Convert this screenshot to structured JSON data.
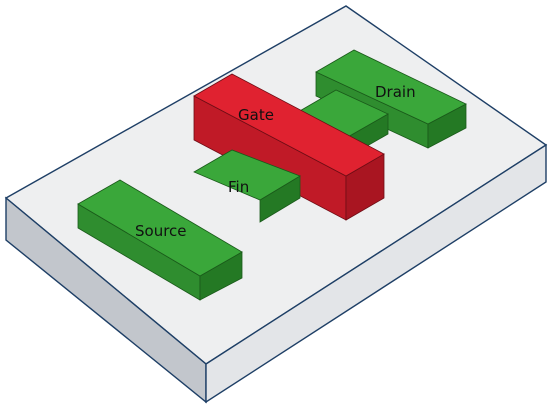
{
  "labels": {
    "gate": "Gate",
    "drain": "Drain",
    "fin": "Fin",
    "source": "Source"
  },
  "colors": {
    "substrate_top": "#eeeff0",
    "substrate_front": "#c2c6cc",
    "substrate_side": "#e3e5e8",
    "substrate_edge": "#1e3f66",
    "green_top": "#3aa73a",
    "green_front": "#2f8d2f",
    "green_side": "#247924",
    "red_top": "#e02230",
    "red_front": "#c01a27",
    "red_side": "#a91521"
  }
}
